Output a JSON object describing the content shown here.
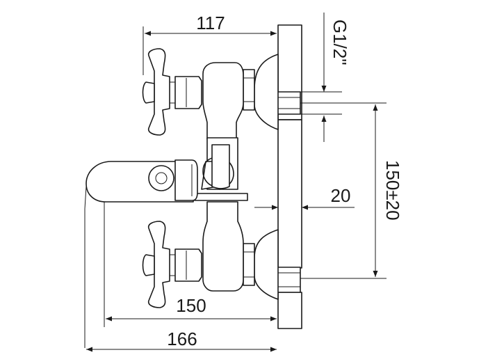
{
  "dimensions": {
    "top_width": "117",
    "thread": "G1/2\"",
    "centers": "150±20",
    "wall_offset": "20",
    "spout_150": "150",
    "spout_166": "166"
  },
  "colors": {
    "line": "#1a1a1a",
    "background": "#ffffff"
  }
}
